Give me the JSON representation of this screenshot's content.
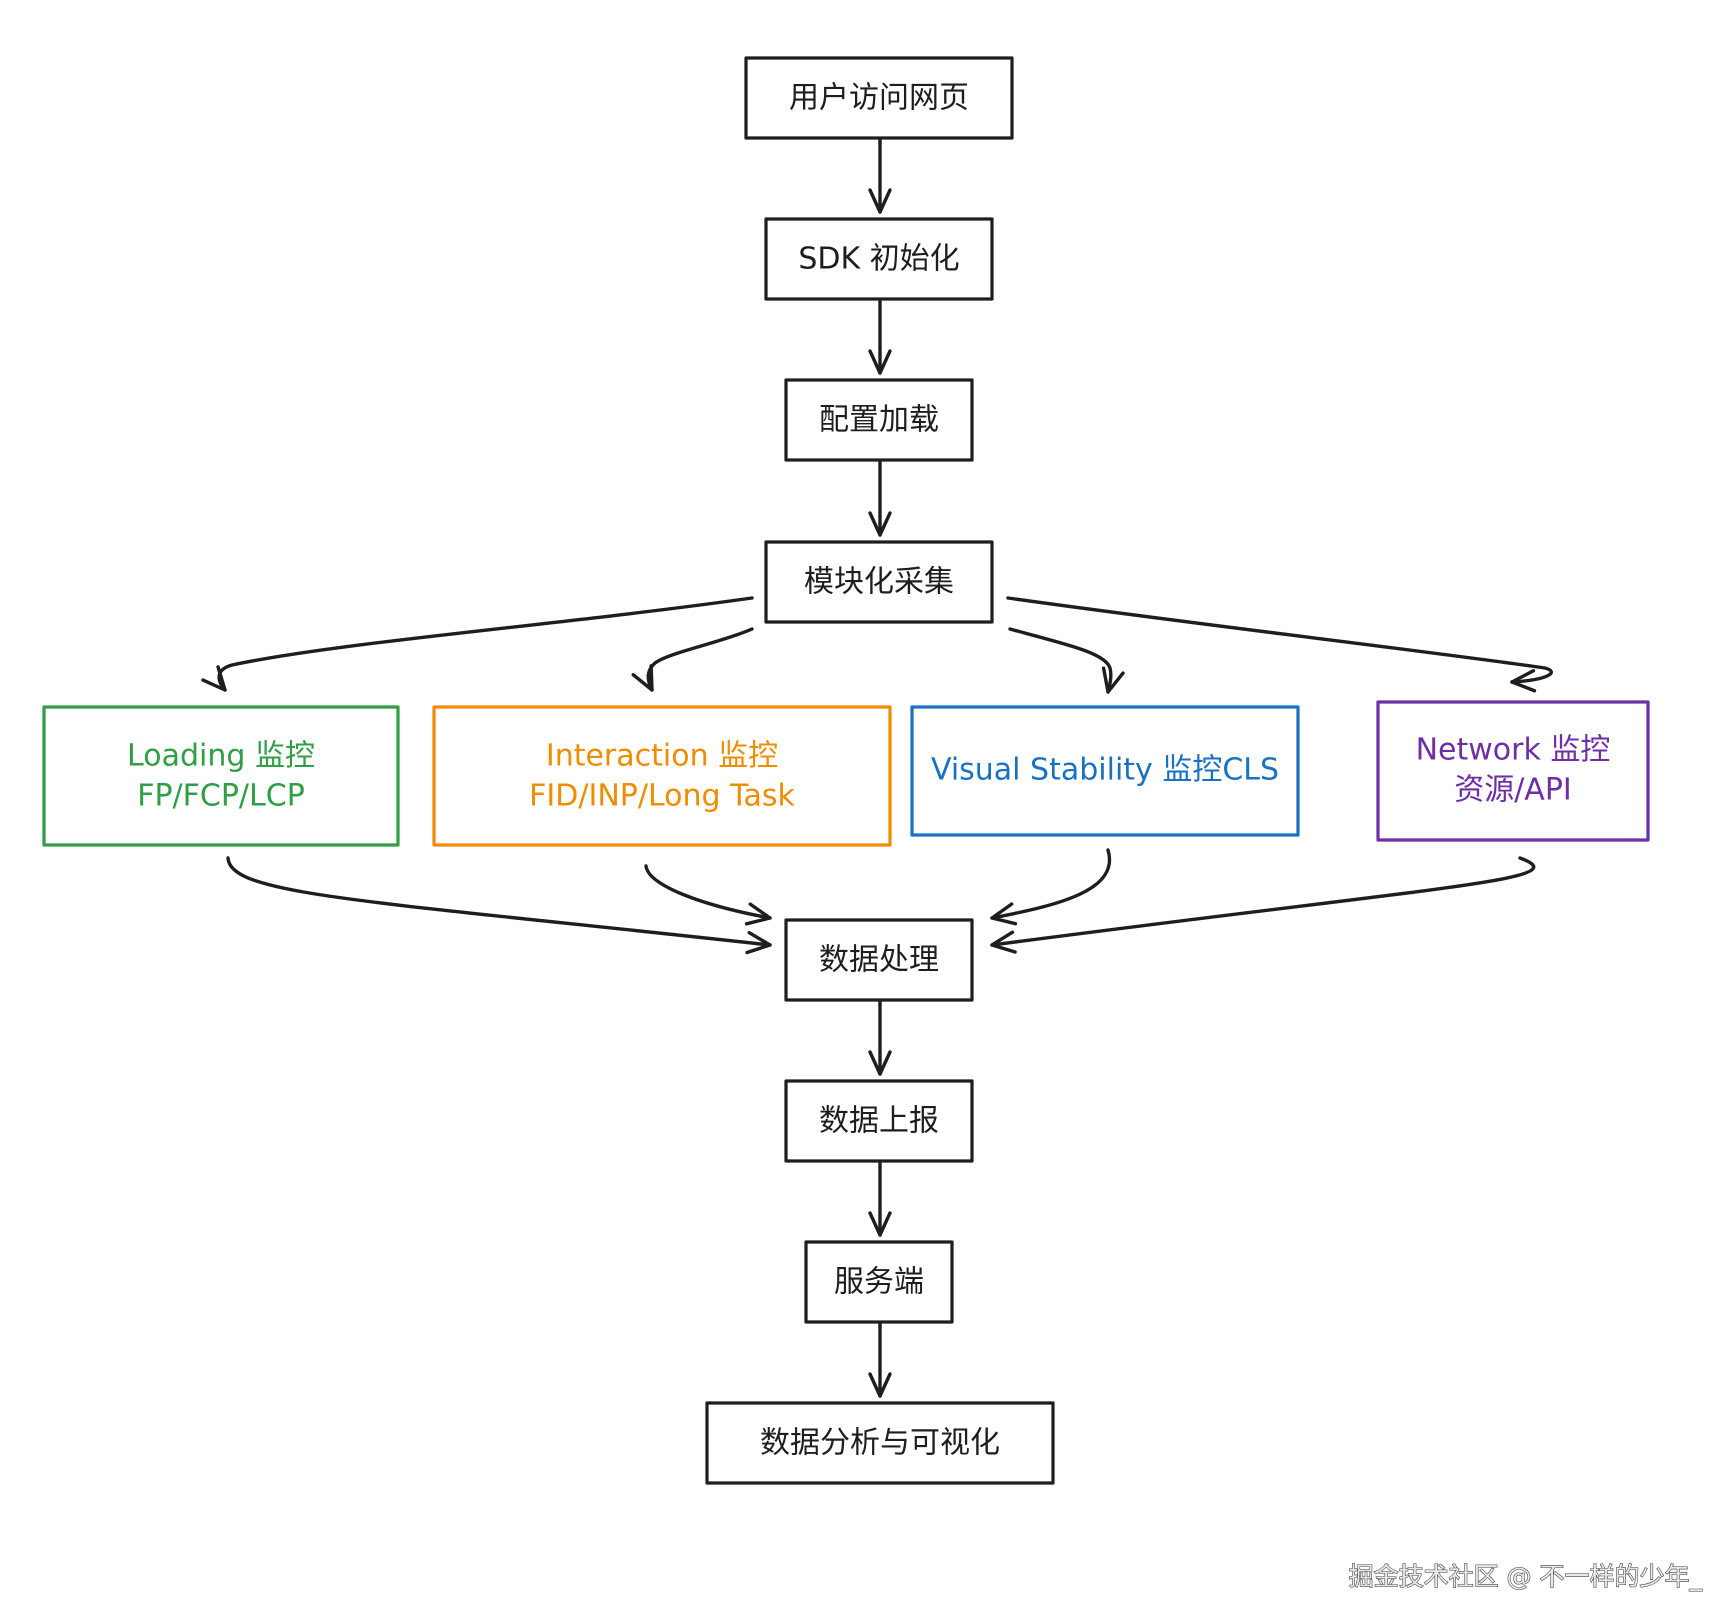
{
  "nodes": {
    "visit": {
      "lines": [
        "用户访问网页"
      ],
      "color": "#1e1e1e"
    },
    "sdk_init": {
      "lines": [
        "SDK 初始化"
      ],
      "color": "#1e1e1e"
    },
    "config_load": {
      "lines": [
        "配置加载"
      ],
      "color": "#1e1e1e"
    },
    "modular_collect": {
      "lines": [
        "模块化采集"
      ],
      "color": "#1e1e1e"
    },
    "loading": {
      "lines": [
        "Loading 监控",
        "FP/FCP/LCP"
      ],
      "color": "#2f9e44"
    },
    "interaction": {
      "lines": [
        "Interaction 监控",
        "FID/INP/Long Task"
      ],
      "color": "#f08c00"
    },
    "visual": {
      "lines": [
        "Visual Stability 监控CLS"
      ],
      "color": "#1971c2"
    },
    "network": {
      "lines": [
        "Network 监控",
        "资源/API"
      ],
      "color": "#6f2da8"
    },
    "data_process": {
      "lines": [
        "数据处理"
      ],
      "color": "#1e1e1e"
    },
    "data_report": {
      "lines": [
        "数据上报"
      ],
      "color": "#1e1e1e"
    },
    "server": {
      "lines": [
        "服务端"
      ],
      "color": "#1e1e1e"
    },
    "analysis": {
      "lines": [
        "数据分析与可视化"
      ],
      "color": "#1e1e1e"
    }
  },
  "edges": [
    {
      "from": "visit",
      "to": "sdk_init"
    },
    {
      "from": "sdk_init",
      "to": "config_load"
    },
    {
      "from": "config_load",
      "to": "modular_collect"
    },
    {
      "from": "modular_collect",
      "to": "loading"
    },
    {
      "from": "modular_collect",
      "to": "interaction"
    },
    {
      "from": "modular_collect",
      "to": "visual"
    },
    {
      "from": "modular_collect",
      "to": "network"
    },
    {
      "from": "loading",
      "to": "data_process"
    },
    {
      "from": "interaction",
      "to": "data_process"
    },
    {
      "from": "visual",
      "to": "data_process"
    },
    {
      "from": "network",
      "to": "data_process"
    },
    {
      "from": "data_process",
      "to": "data_report"
    },
    {
      "from": "data_report",
      "to": "server"
    },
    {
      "from": "server",
      "to": "analysis"
    }
  ],
  "watermark": "掘金技术社区 @ 不一样的少年_"
}
